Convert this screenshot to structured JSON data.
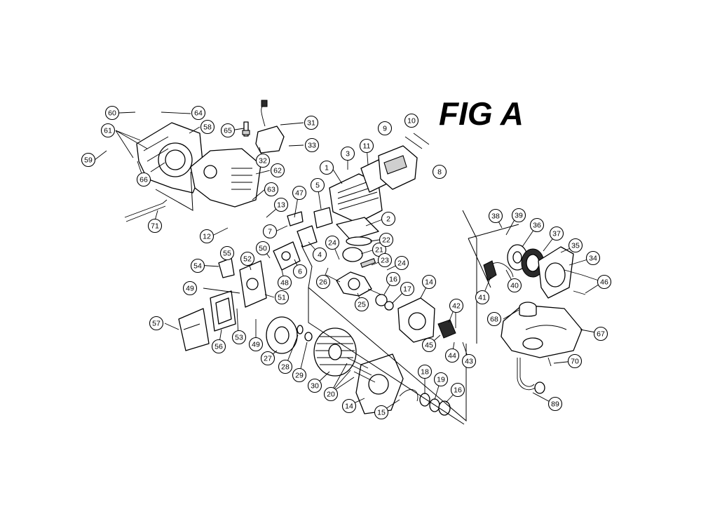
{
  "figure": {
    "title": "FIG A"
  },
  "callouts": [
    {
      "id": "c1",
      "label": "1"
    },
    {
      "id": "c2",
      "label": "2"
    },
    {
      "id": "c3",
      "label": "3"
    },
    {
      "id": "c4",
      "label": "4"
    },
    {
      "id": "c5",
      "label": "5"
    },
    {
      "id": "c6",
      "label": "6"
    },
    {
      "id": "c7",
      "label": "7"
    },
    {
      "id": "c8",
      "label": "8"
    },
    {
      "id": "c9",
      "label": "9"
    },
    {
      "id": "c10",
      "label": "10"
    },
    {
      "id": "c11",
      "label": "11"
    },
    {
      "id": "c12",
      "label": "12"
    },
    {
      "id": "c13",
      "label": "13"
    },
    {
      "id": "c14a",
      "label": "14"
    },
    {
      "id": "c14b",
      "label": "14"
    },
    {
      "id": "c15",
      "label": "15"
    },
    {
      "id": "c16a",
      "label": "16"
    },
    {
      "id": "c16b",
      "label": "16"
    },
    {
      "id": "c17",
      "label": "17"
    },
    {
      "id": "c18",
      "label": "18"
    },
    {
      "id": "c19",
      "label": "19"
    },
    {
      "id": "c20",
      "label": "20"
    },
    {
      "id": "c21",
      "label": "21"
    },
    {
      "id": "c22",
      "label": "22"
    },
    {
      "id": "c23",
      "label": "23"
    },
    {
      "id": "c24a",
      "label": "24"
    },
    {
      "id": "c24b",
      "label": "24"
    },
    {
      "id": "c25",
      "label": "25"
    },
    {
      "id": "c26",
      "label": "26"
    },
    {
      "id": "c27",
      "label": "27"
    },
    {
      "id": "c28",
      "label": "28"
    },
    {
      "id": "c29",
      "label": "29"
    },
    {
      "id": "c30",
      "label": "30"
    },
    {
      "id": "c31",
      "label": "31"
    },
    {
      "id": "c32",
      "label": "32"
    },
    {
      "id": "c33",
      "label": "33"
    },
    {
      "id": "c34",
      "label": "34"
    },
    {
      "id": "c35",
      "label": "35"
    },
    {
      "id": "c36",
      "label": "36"
    },
    {
      "id": "c37",
      "label": "37"
    },
    {
      "id": "c38",
      "label": "38"
    },
    {
      "id": "c39",
      "label": "39"
    },
    {
      "id": "c40",
      "label": "40"
    },
    {
      "id": "c41",
      "label": "41"
    },
    {
      "id": "c42",
      "label": "42"
    },
    {
      "id": "c43",
      "label": "43"
    },
    {
      "id": "c44",
      "label": "44"
    },
    {
      "id": "c45",
      "label": "45"
    },
    {
      "id": "c46",
      "label": "46"
    },
    {
      "id": "c47",
      "label": "47"
    },
    {
      "id": "c48",
      "label": "48"
    },
    {
      "id": "c49a",
      "label": "49"
    },
    {
      "id": "c49b",
      "label": "49"
    },
    {
      "id": "c50",
      "label": "50"
    },
    {
      "id": "c51",
      "label": "51"
    },
    {
      "id": "c52",
      "label": "52"
    },
    {
      "id": "c53",
      "label": "53"
    },
    {
      "id": "c54",
      "label": "54"
    },
    {
      "id": "c55",
      "label": "55"
    },
    {
      "id": "c56",
      "label": "56"
    },
    {
      "id": "c57",
      "label": "57"
    },
    {
      "id": "c58",
      "label": "58"
    },
    {
      "id": "c59",
      "label": "59"
    },
    {
      "id": "c60",
      "label": "60"
    },
    {
      "id": "c61",
      "label": "61"
    },
    {
      "id": "c62",
      "label": "62"
    },
    {
      "id": "c63",
      "label": "63"
    },
    {
      "id": "c64",
      "label": "64"
    },
    {
      "id": "c65",
      "label": "65"
    },
    {
      "id": "c66",
      "label": "66"
    },
    {
      "id": "c67",
      "label": "67"
    },
    {
      "id": "c68",
      "label": "68"
    },
    {
      "id": "c70",
      "label": "70"
    },
    {
      "id": "c71",
      "label": "71"
    },
    {
      "id": "c89",
      "label": "89"
    }
  ]
}
